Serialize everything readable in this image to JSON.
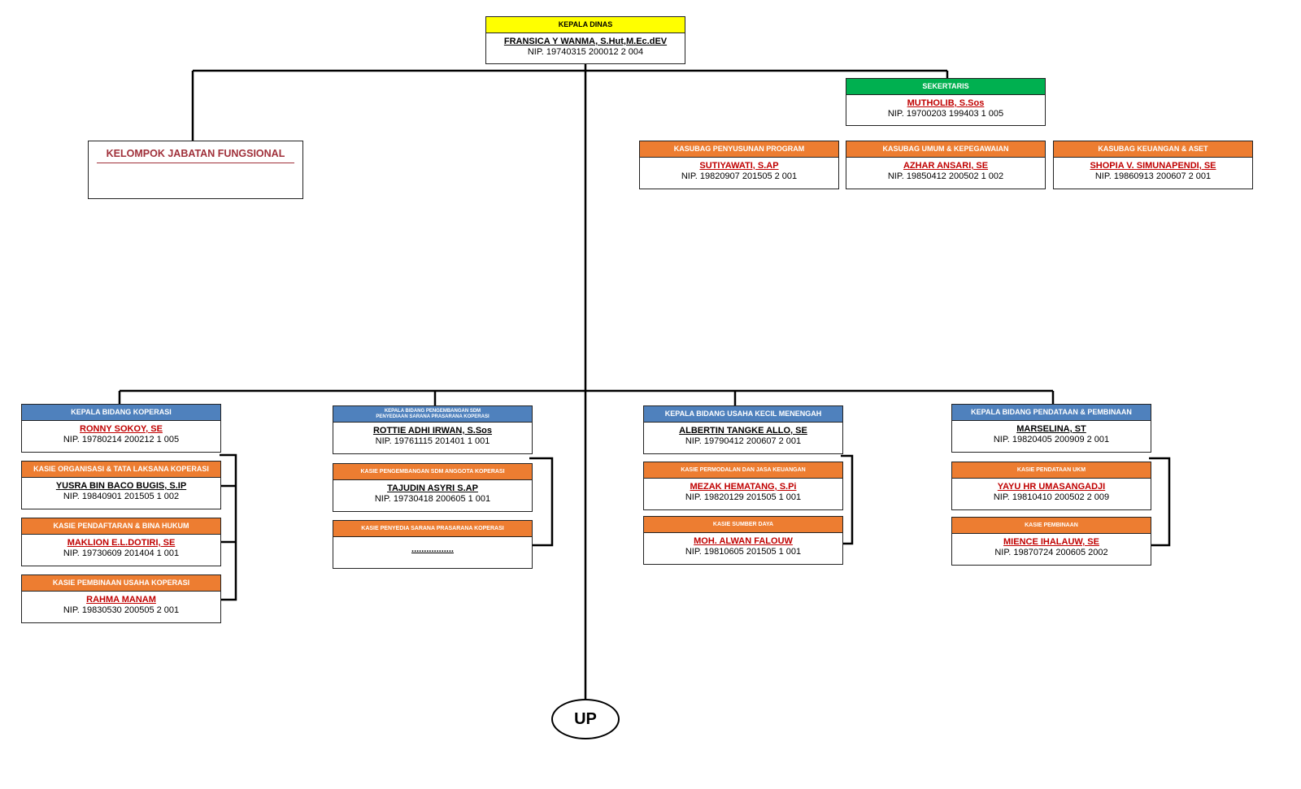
{
  "kepala_dinas": {
    "title": "KEPALA DINAS",
    "name": "FRANSICA Y WANMA, S.Hut,M.Ec.dEV",
    "nip": "NIP. 19740315 200012 2 004"
  },
  "sekertaris": {
    "title": "SEKERTARIS",
    "name": "MUTHOLIB, S.Sos",
    "nip": "NIP. 19700203 199403 1 005"
  },
  "kelompok_jabatan": {
    "title": "KELOMPOK JABATAN FUNGSIONAL"
  },
  "kasubag_program": {
    "title": "KASUBAG PENYUSUNAN PROGRAM",
    "name": "SUTIYAWATI, S.AP",
    "nip": "NIP. 19820907 201505 2 001"
  },
  "kasubag_umum": {
    "title": "KASUBAG UMUM & KEPEGAWAIAN",
    "name": "AZHAR ANSARI, SE",
    "nip": "NIP. 19850412 200502 1 002"
  },
  "kasubag_keuangan": {
    "title": "KASUBAG KEUANGAN & ASET",
    "name": "SHOPIA V. SIMUNAPENDI, SE",
    "nip": "NIP. 19860913 200607 2 001"
  },
  "bidang_koperasi": {
    "title": "KEPALA BIDANG KOPERASI",
    "name": "RONNY SOKOY, SE",
    "nip": "NIP. 19780214 200212 1 005"
  },
  "kasie_organisasi": {
    "title": "KASIE ORGANISASI & TATA LAKSANA KOPERASI",
    "name": "YUSRA BIN BACO BUGIS, S.IP",
    "nip": "NIP. 19840901 201505 1 002"
  },
  "kasie_pendaftaran": {
    "title": "KASIE PENDAFTARAN & BINA HUKUM",
    "name": "MAKLION E.L.DOTIRI, SE",
    "nip": "NIP. 19730609 201404 1 001"
  },
  "kasie_pembinaan_usaha": {
    "title": "KASIE PEMBINAAN USAHA KOPERASI",
    "name": "RAHMA MANAM",
    "nip": "NIP. 19830530 200505 2 001"
  },
  "bidang_sdm": {
    "title_line1": "KEPALA BIDANG PENGEMBANGAN SDM",
    "title_line2": "PENYEDIAAN SARANA PRASARANA KOPERASI",
    "name": "ROTTIE ADHI IRWAN, S.Sos",
    "nip": "NIP. 19761115 201401 1 001"
  },
  "kasie_sdm": {
    "title": "KASIE PENGEMBANGAN SDM ANGGOTA KOPERASI",
    "name": "TAJUDIN ASYRI S.AP",
    "nip": "NIP. 19730418 200605 1 001"
  },
  "kasie_sarana": {
    "title": "KASIE PENYEDIA SARANA PRASARANA KOPERASI",
    "name": "................."
  },
  "bidang_ukm": {
    "title": "KEPALA BIDANG  USAHA KECIL MENENGAH",
    "name": "ALBERTIN TANGKE ALLO, SE",
    "nip": "NIP. 19790412 200607 2 001"
  },
  "kasie_permodalan": {
    "title": "KASIE PERMODALAN DAN JASA KEUANGAN",
    "name": "MEZAK HEMATANG, S.Pi",
    "nip": "NIP. 19820129 201505 1 001"
  },
  "kasie_sumber_daya": {
    "title": "KASIE SUMBER DAYA",
    "name": "MOH. ALWAN FALOUW",
    "nip": "NIP. 19810605 201505 1 001"
  },
  "bidang_pendataan": {
    "title": "KEPALA BIDANG  PENDATAAN & PEMBINAAN",
    "name": "MARSELINA, ST",
    "nip": "NIP. 19820405 200909 2 001"
  },
  "kasie_pendataan_ukm": {
    "title": "KASIE PENDATAAN UKM",
    "name": "YAYU HR UMASANGADJI",
    "nip": "NIP. 19810410 200502 2 009"
  },
  "kasie_pembinaan": {
    "title": "KASIE PEMBINAAN",
    "name": "MIENCE IHALAUW, SE",
    "nip": "NIP. 19870724 200605 2002"
  },
  "up": {
    "label": "UP"
  },
  "colors": {
    "kepala": "#ffff00",
    "sekertaris": "#00b050",
    "kasubag": "#ed7d31",
    "bidang": "#4f81bd"
  }
}
